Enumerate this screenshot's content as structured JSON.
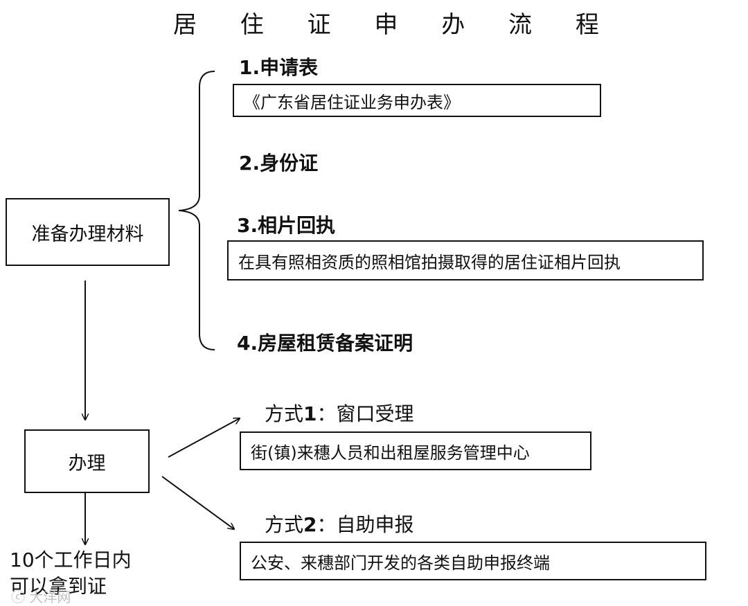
{
  "title": "居 住 证 申 办 流 程",
  "prepare_box": "准备办理材料",
  "handle_box": "办理",
  "materials": [
    {
      "label": "1.申请表",
      "detail": "《广东省居住证业务申办表》"
    },
    {
      "label": "2.身份证",
      "detail": ""
    },
    {
      "label": "3.相片回执",
      "detail": "在具有照相资质的照相馆拍摄取得的居住证相片回执"
    },
    {
      "label": "4.房屋租赁备案证明",
      "detail": ""
    }
  ],
  "methods": [
    {
      "prefix": "方式",
      "num": "1",
      "suffix": "：窗口受理",
      "detail": "街(镇)来穗人员和出租屋服务管理中心"
    },
    {
      "prefix": "方式",
      "num": "2",
      "suffix": "：自助申报",
      "detail": "公安、来穗部门开发的各类自助申报终端"
    }
  ],
  "result": {
    "line1": "10个工作日内",
    "line2": "可以拿到证"
  },
  "watermark": "大洋网",
  "colors": {
    "line": "#111111",
    "background": "#ffffff",
    "watermark": "#bbbbbb"
  }
}
